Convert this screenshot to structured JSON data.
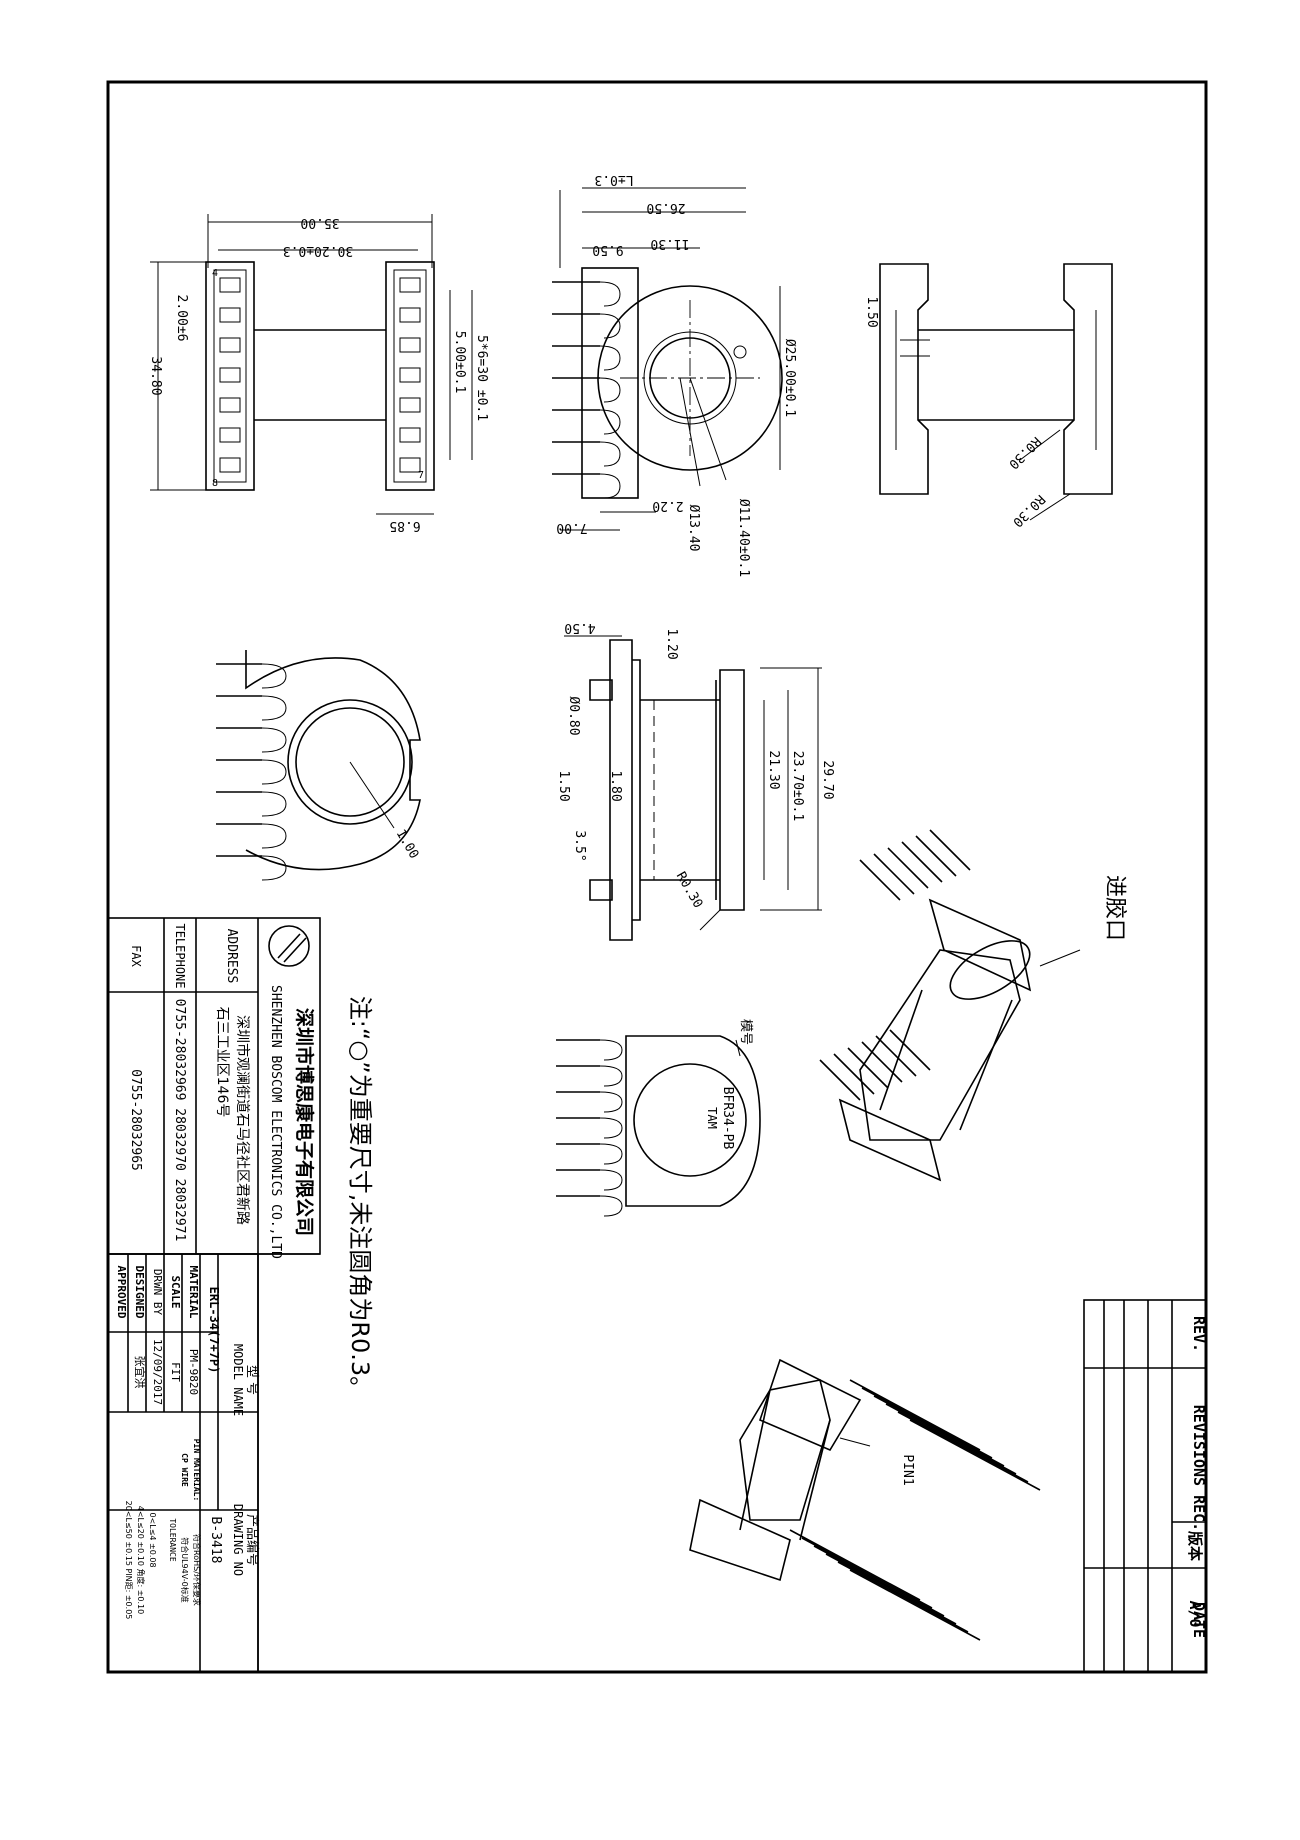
{
  "top_view": {
    "dim_overall_width": "35.00",
    "dim_inner_width": "30.20±0.3",
    "dim_pitch": "2.00±6",
    "dim_overall_height": "34.80",
    "dim_core_gap": "5.00±0.1",
    "dim_pin_span": "5*6=30 ±0.1",
    "dim_flange": "6.85",
    "pin_label_4": "4",
    "pin_label_8": "8",
    "pin_label_7": "7"
  },
  "front_view": {
    "dim_L": "L±0.3",
    "dim_26_50": "26.50",
    "dim_9_50": "9.50",
    "dim_11_30": "11.30",
    "dim_dia25": "Ø25.00±0.1",
    "dim_2_20": "2.20",
    "dim_7_00": "7.00",
    "dim_dia11_40": "Ø11.40±0.1",
    "dim_dia13_40": "Ø13.40"
  },
  "side_view_right": {
    "dim_1_50": "1.50",
    "dim_r1": "R0.30",
    "dim_r2": "R0.30"
  },
  "bottom_view": {
    "dim_1_00": "1.00"
  },
  "section_view": {
    "dim_4_50": "4.50",
    "dim_1_20": "1.20",
    "dim_dia0_80": "Ø0.80",
    "dim_29_70": "29.70",
    "dim_23_70": "23.70±0.1",
    "dim_21_30": "21.30",
    "dim_1_50": "1.50",
    "dim_1_80": "1.80",
    "dim_3_5": "3.5°",
    "dim_r0_30": "R0.30"
  },
  "marking_view": {
    "marking_line1": "BFR34-PB",
    "marking_line2": "TAM",
    "callout_label": "模号"
  },
  "iso_view": {
    "gate_label": "进胶口",
    "pin1_label": "PIN1"
  },
  "note": "注:“○”为重要尺寸,未注圆角为R0.3。",
  "company": {
    "name_cn": "深圳市博思康电子有限公司",
    "name_en": "SHENZHEN BOSCOM ELECTRONICS CO.,LTD",
    "address_label": "ADDRESS",
    "address_line1": "深圳市观澜街道石马径社区君新路",
    "address_line2": "石三工业区146号",
    "telephone_label": "TELEPHONE",
    "telephone": "0755-28032969 28032970 28032971",
    "fax_label": "FAX",
    "fax": "0755-28032965"
  },
  "title_block": {
    "model_label_cn": "型 号",
    "model_label_en": "MODEL NAME",
    "model_value": "ERL-34(7+7P)",
    "drawing_label_cn": "产品编号",
    "drawing_label_en": "DRAWING NO",
    "drawing_value": "B-3418",
    "material_label": "MATERIAL",
    "material_value": "PM-9820",
    "scale_label": "SCALE",
    "scale_value": "FIT",
    "drawn_label": "DRWN BY",
    "drawn_value": "12/09/2017",
    "designed_label": "DESIGNED",
    "designed_value": "张宜洪",
    "approved_label": "APPROVED",
    "pin_material_label": "PIN MATERIAL:",
    "pin_material_value": "符合RoHS/环保要求",
    "cp_wire_label": "CP WIRE",
    "cp_wire_value": "符合UL94V-0标准",
    "tolerance_label": "TOLERANCE",
    "tol_1": "0<L≤4  ±0.08",
    "tol_2": "4<L≤20 ±0.10  角度:  ±0.10",
    "tol_3": "20<L≤50 ±0.15  PIN距: ±0.05"
  },
  "revision_block": {
    "version_label": "版本",
    "version_value": "A/0",
    "rev_label": "REV.",
    "revisions_label": "REVISIONS REC.",
    "date_label": "DATE"
  }
}
